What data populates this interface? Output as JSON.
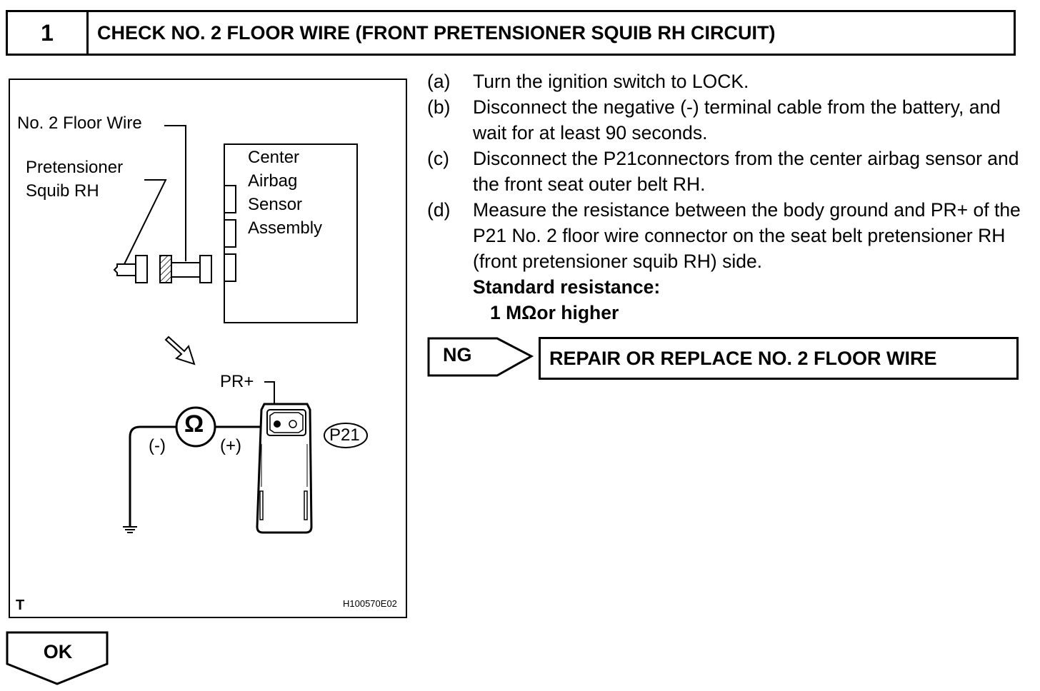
{
  "header": {
    "step_number": "1",
    "title": "CHECK NO. 2 FLOOR WIRE (FRONT PRETENSIONER SQUIB RH CIRCUIT)"
  },
  "figure": {
    "floor_wire_label": "No. 2 Floor Wire",
    "pretensioner_label_1": "Pretensioner",
    "pretensioner_label_2": "Squib RH",
    "sensor_label_1": "Center",
    "sensor_label_2": "Airbag",
    "sensor_label_3": "Sensor",
    "sensor_label_4": "Assembly",
    "pr_plus_label": "PR+",
    "ohm_symbol": "Ω",
    "minus_label": "(-)",
    "plus_label": "(+)",
    "connector_label": "P21",
    "corner_label": "T",
    "figure_code": "H100570E02"
  },
  "steps": [
    {
      "label": "(a)",
      "text": "Turn the ignition switch to LOCK."
    },
    {
      "label": "(b)",
      "text": "Disconnect the negative (-) terminal cable from the battery, and wait for at least 90 seconds."
    },
    {
      "label": "(c)",
      "text": "Disconnect the P21connectors from the center airbag sensor and the front seat outer belt RH."
    },
    {
      "label": "(d)",
      "text": "Measure the resistance between the body ground and PR+ of the P21 No. 2 floor wire connector on the seat belt pretensioner RH (front pretensioner squib RH) side."
    }
  ],
  "standard": {
    "heading": "Standard resistance:",
    "value": "1 MΩor higher"
  },
  "result_ng": {
    "label": "NG",
    "action": "REPAIR OR REPLACE NO. 2 FLOOR WIRE"
  },
  "result_ok": {
    "label": "OK"
  }
}
